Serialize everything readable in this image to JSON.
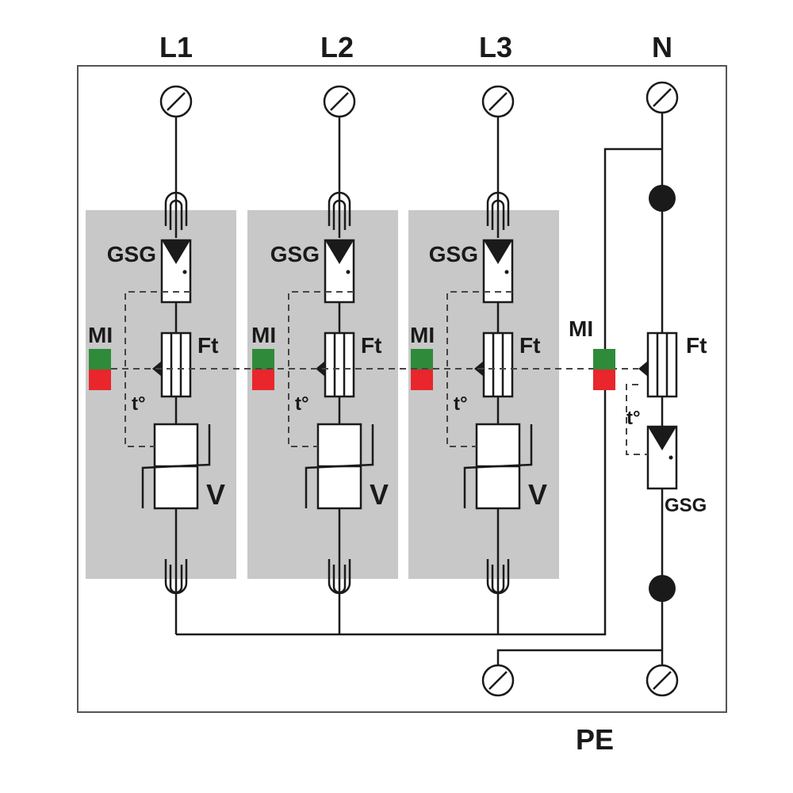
{
  "terminals": {
    "l1": "L1",
    "l2": "L2",
    "l3": "L3",
    "n": "N",
    "pe": "PE"
  },
  "component_labels": {
    "gas_discharge": "GSG",
    "fuse": "Ft",
    "indicator": "MI",
    "temperature": "t°",
    "varistor": "V"
  },
  "colors": {
    "module_fill": "#c8c8c8",
    "indicator_ok": "#2e8b3a",
    "indicator_fault": "#e8262c",
    "enclosure": "#555555",
    "wire": "#1a1a1a"
  }
}
